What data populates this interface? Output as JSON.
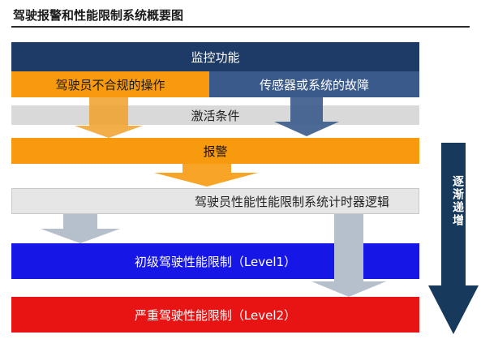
{
  "title": "驾驶报警和性能限制系统概要图",
  "boxes": {
    "monitor": "监控功能",
    "driver_violation": "驾驶员不合规的操作",
    "sensor_fault": "传感器或系统的故障",
    "activation": "激活条件",
    "alarm": "报警",
    "timer_logic": "驾驶员性能性能限制系统计时器逻辑",
    "level1": "初级驾驶性能限制（Level1）",
    "level2": "严重驾驶性能限制（Level2）"
  },
  "side_label": "逐渐递增",
  "colors": {
    "monitor_bg": "#1e3a66",
    "orange": "#f79a0e",
    "dark_blue": "#3a5a8c",
    "light_gray": "#d9d9d9",
    "level1_blue": "#1616e6",
    "level2_red": "#e81414",
    "side_arrow": "#173a5c"
  }
}
